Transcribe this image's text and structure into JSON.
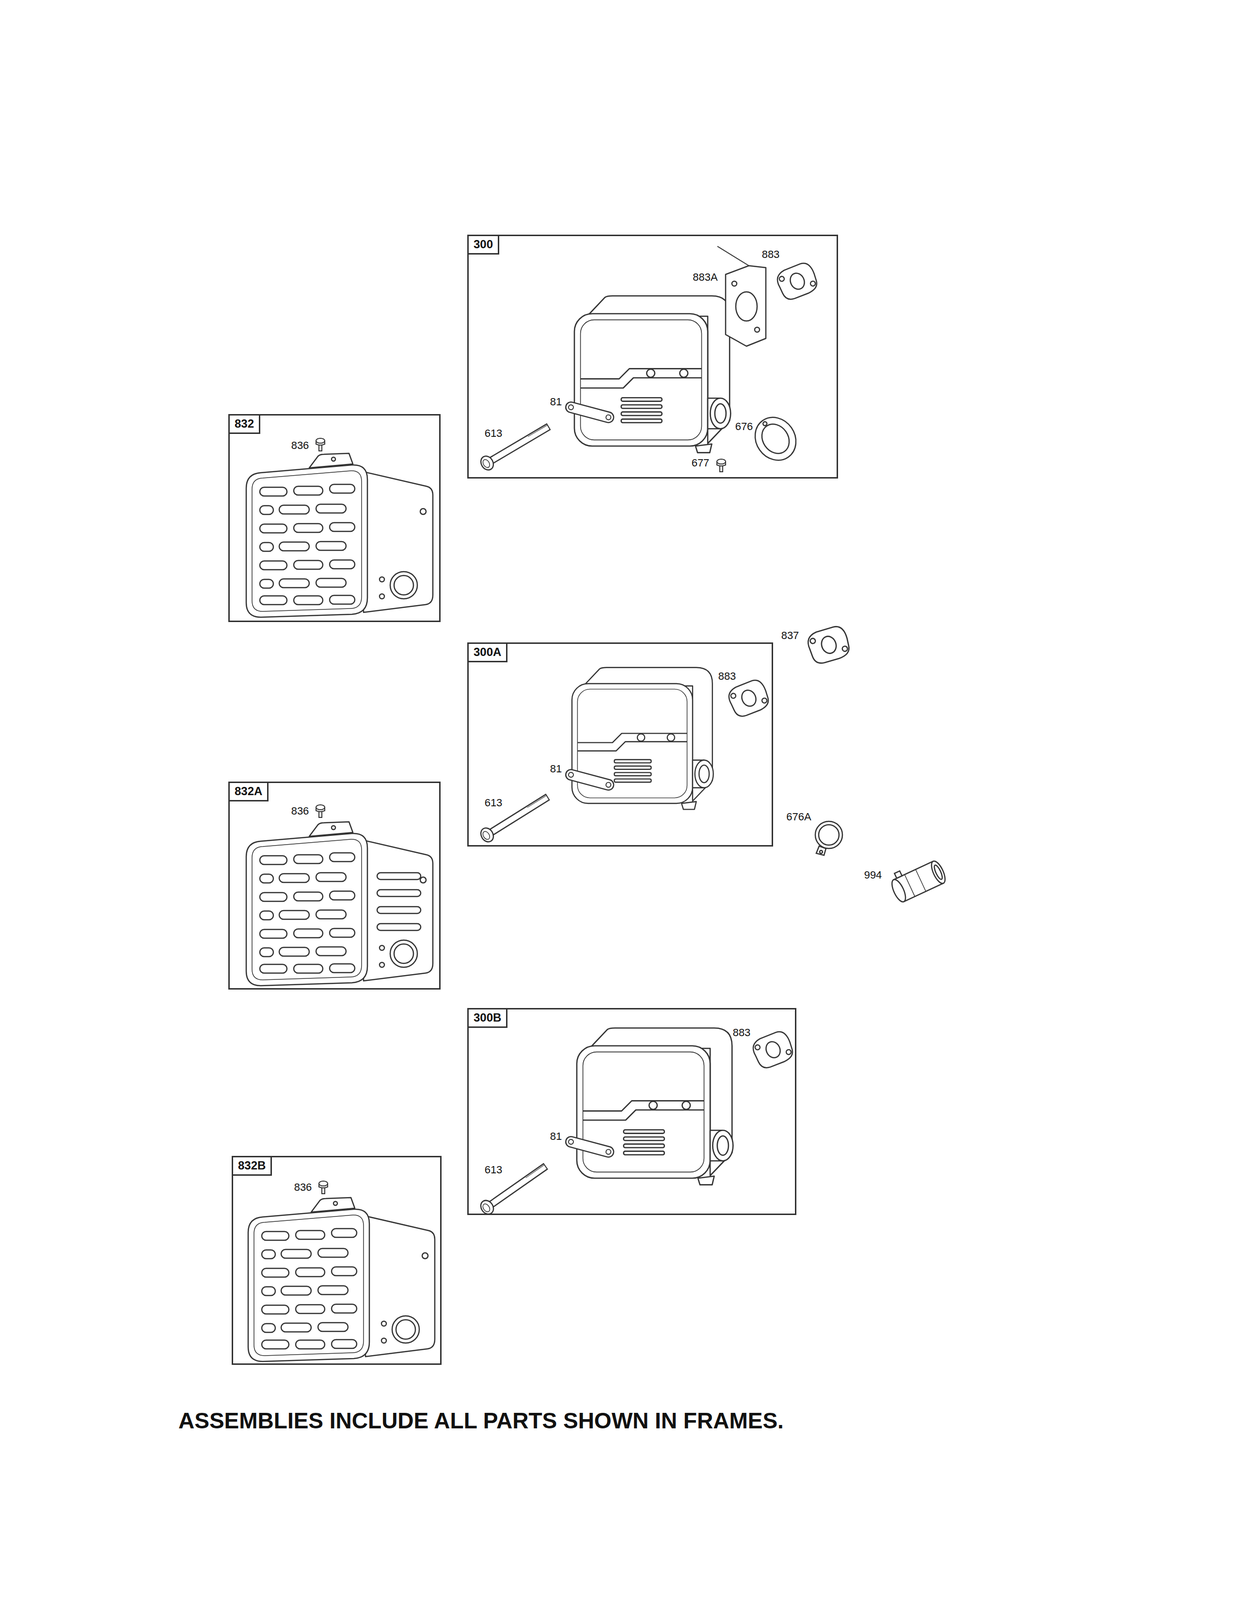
{
  "diagram": {
    "caption": "ASSEMBLIES INCLUDE ALL PARTS SHOWN IN FRAMES.",
    "nodes": [
      {
        "text": [
          "300"
        ]
      },
      {
        "text": [
          "832"
        ]
      },
      {
        "text": [
          "300A"
        ]
      },
      {
        "text": [
          "832A"
        ]
      },
      {
        "text": [
          "300B"
        ]
      },
      {
        "text": [
          "832B"
        ]
      }
    ],
    "labels": [
      "883A",
      "883",
      "81",
      "613",
      "676",
      "677",
      "836",
      "837",
      "883",
      "81",
      "613",
      "836",
      "676A",
      "994",
      "883",
      "81",
      "613",
      "836"
    ]
  }
}
